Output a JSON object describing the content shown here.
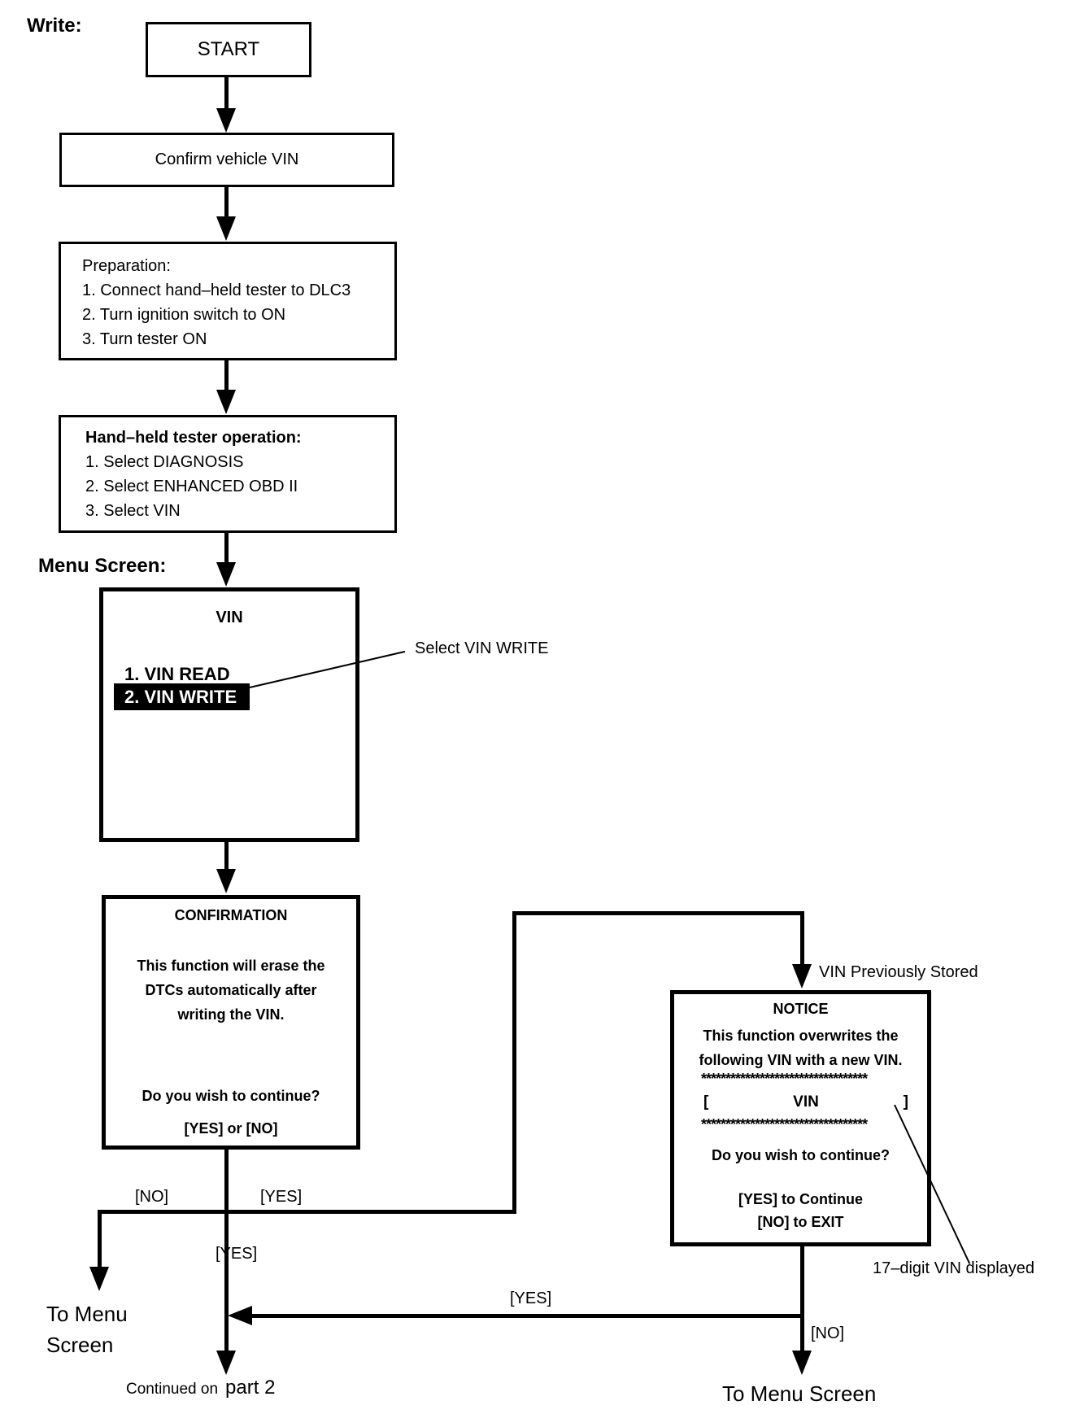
{
  "page": {
    "write_label": "Write:",
    "menu_screen_label": "Menu Screen:"
  },
  "boxes": {
    "start": {
      "label": "START"
    },
    "confirm": {
      "label": "Confirm vehicle VIN"
    },
    "preparation": {
      "title": "Preparation:",
      "items": [
        "1. Connect hand–held tester to DLC3",
        "2. Turn ignition switch to ON",
        "3. Turn tester ON"
      ]
    },
    "tester_operation": {
      "title": "Hand–held tester operation:",
      "items": [
        "1. Select DIAGNOSIS",
        "2. Select ENHANCED OBD II",
        "3. Select VIN"
      ]
    },
    "vin_menu": {
      "title": "VIN",
      "item_read": "1. VIN READ",
      "item_write": "2. VIN WRITE"
    },
    "confirmation": {
      "title": "CONFIRMATION",
      "body": [
        "This function will erase the",
        "DTCs automatically after",
        "writing the VIN."
      ],
      "question": "Do you wish to continue?",
      "options": "[YES] or [NO]"
    },
    "notice": {
      "title": "NOTICE",
      "body": [
        "This function overwrites the",
        "following VIN with a new VIN."
      ],
      "asterisk_row": "**********************************",
      "vin_row": {
        "open": "[",
        "label": "VIN",
        "close": "]"
      },
      "question": "Do you wish to continue?",
      "yes_line": "[YES] to Continue",
      "no_line": "[NO] to EXIT"
    }
  },
  "annotations": {
    "select_vin_write": "Select VIN WRITE",
    "vin_previously_stored": "VIN Previously Stored",
    "seventeen_digit_vin": "17–digit VIN displayed"
  },
  "branch_labels": {
    "no_confirmation": "[NO]",
    "yes_confirmation_right": "[YES]",
    "yes_confirmation_down": "[YES]",
    "yes_notice_return": "[YES]",
    "no_notice": "[NO]"
  },
  "terminals": {
    "to_menu_left_line1": "To Menu",
    "to_menu_left_line2": "Screen",
    "continued_prefix": "Continued on",
    "continued_part": "part 2",
    "to_menu_right": "To Menu Screen"
  },
  "colors": {
    "ink": "#000000",
    "paper": "#ffffff",
    "highlight_bg": "#000000",
    "highlight_text": "#ffffff"
  }
}
